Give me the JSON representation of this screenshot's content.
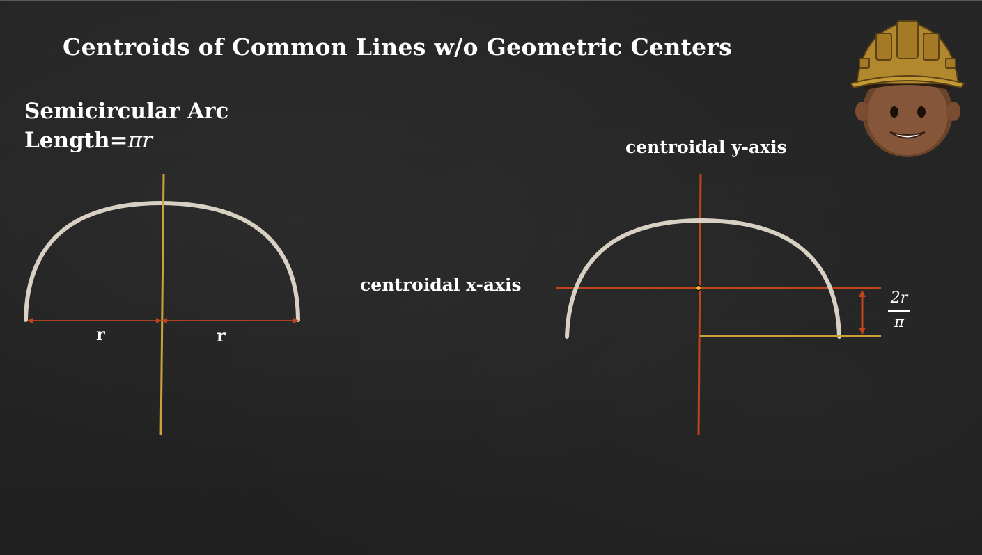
{
  "slide": {
    "title": "Centroids of Common Lines w/o Geometric Centers",
    "subtitle_line1": "Semicircular Arc",
    "subtitle_line2_prefix": "Length=",
    "subtitle_line2_math": "πr"
  },
  "left_diagram": {
    "left_radius_label": "r",
    "right_radius_label": "r"
  },
  "right_diagram": {
    "y_axis_label": "centroidal y-axis",
    "x_axis_label": "centroidal x-axis",
    "distance_numerator": "2r",
    "distance_denominator": "π"
  },
  "colors": {
    "background": "#222222",
    "arc": "#d8d0c2",
    "centerline": "#c9a23a",
    "centroidal_axis": "#c2441c",
    "text": "#ffffff"
  },
  "icons": {
    "mascot": "construction-worker-hardhat-icon"
  }
}
